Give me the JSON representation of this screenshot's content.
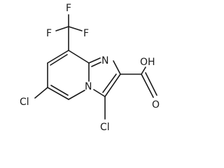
{
  "molecule": {
    "atom_labels": {
      "f_top": "F",
      "f_left": "F",
      "f_right": "F",
      "n_imidazole": "N",
      "n_bridge": "N",
      "o_hydroxyl": "OH",
      "o_carbonyl": "O",
      "cl_pyridine": "Cl",
      "cl_imidazole": "Cl"
    }
  }
}
